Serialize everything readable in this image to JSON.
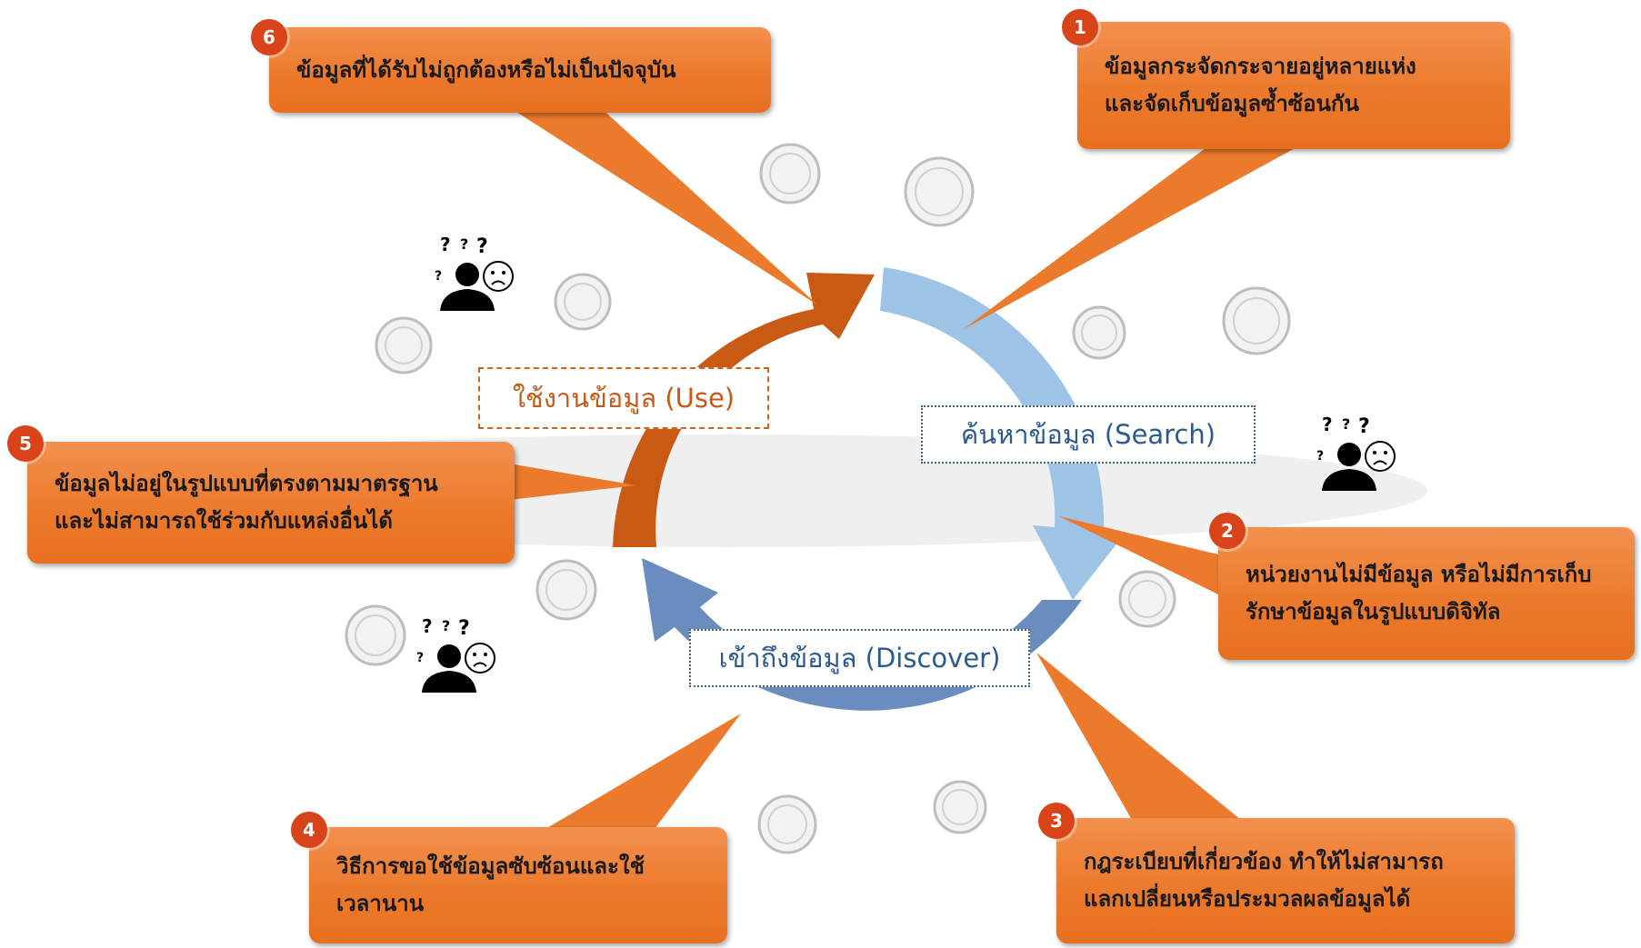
{
  "stages": {
    "use": "ใช้งานข้อมูล (Use)",
    "search": "ค้นหาข้อมูล (Search)",
    "discover": "เข้าถึงข้อมูล (Discover)"
  },
  "callouts": [
    {
      "number": "1",
      "lines": [
        "ข้อมูลกระจัดกระจายอยู่หลายแห่ง",
        "และจัดเก็บข้อมูลซ้ำซ้อนกัน"
      ]
    },
    {
      "number": "2",
      "lines": [
        "หน่วยงานไม่มีข้อมูล หรือไม่มีการเก็บ",
        "รักษาข้อมูลในรูปแบบดิจิทัล"
      ]
    },
    {
      "number": "3",
      "lines": [
        "กฎระเบียบที่เกี่ยวข้อง ทำให้ไม่สามารถ",
        "แลกเปลี่ยนหรือประมวลผลข้อมูลได้"
      ]
    },
    {
      "number": "4",
      "lines": [
        "วิธีการขอใช้ข้อมูลซับซ้อนและใช้",
        "เวลานาน"
      ]
    },
    {
      "number": "5",
      "lines": [
        "ข้อมูลไม่อยู่ในรูปแบบที่ตรงตามมาตรฐาน",
        "และไม่สามารถใช้ร่วมกับแหล่งอื่นได้"
      ]
    },
    {
      "number": "6",
      "lines": [
        "ข้อมูลที่ได้รับไม่ถูกต้องหรือไม่เป็นปัจจุบัน"
      ]
    }
  ],
  "colors": {
    "callout": "#ec7a2c",
    "badge": "#d8431a",
    "arrow_use": "#c95a14",
    "arrow_search": "#9dc3e6",
    "arrow_discover": "#6b8cbf",
    "ellipse": "#efefef"
  },
  "icons": {
    "person": "confused-person-icon",
    "seal": "government-seal-icon"
  }
}
